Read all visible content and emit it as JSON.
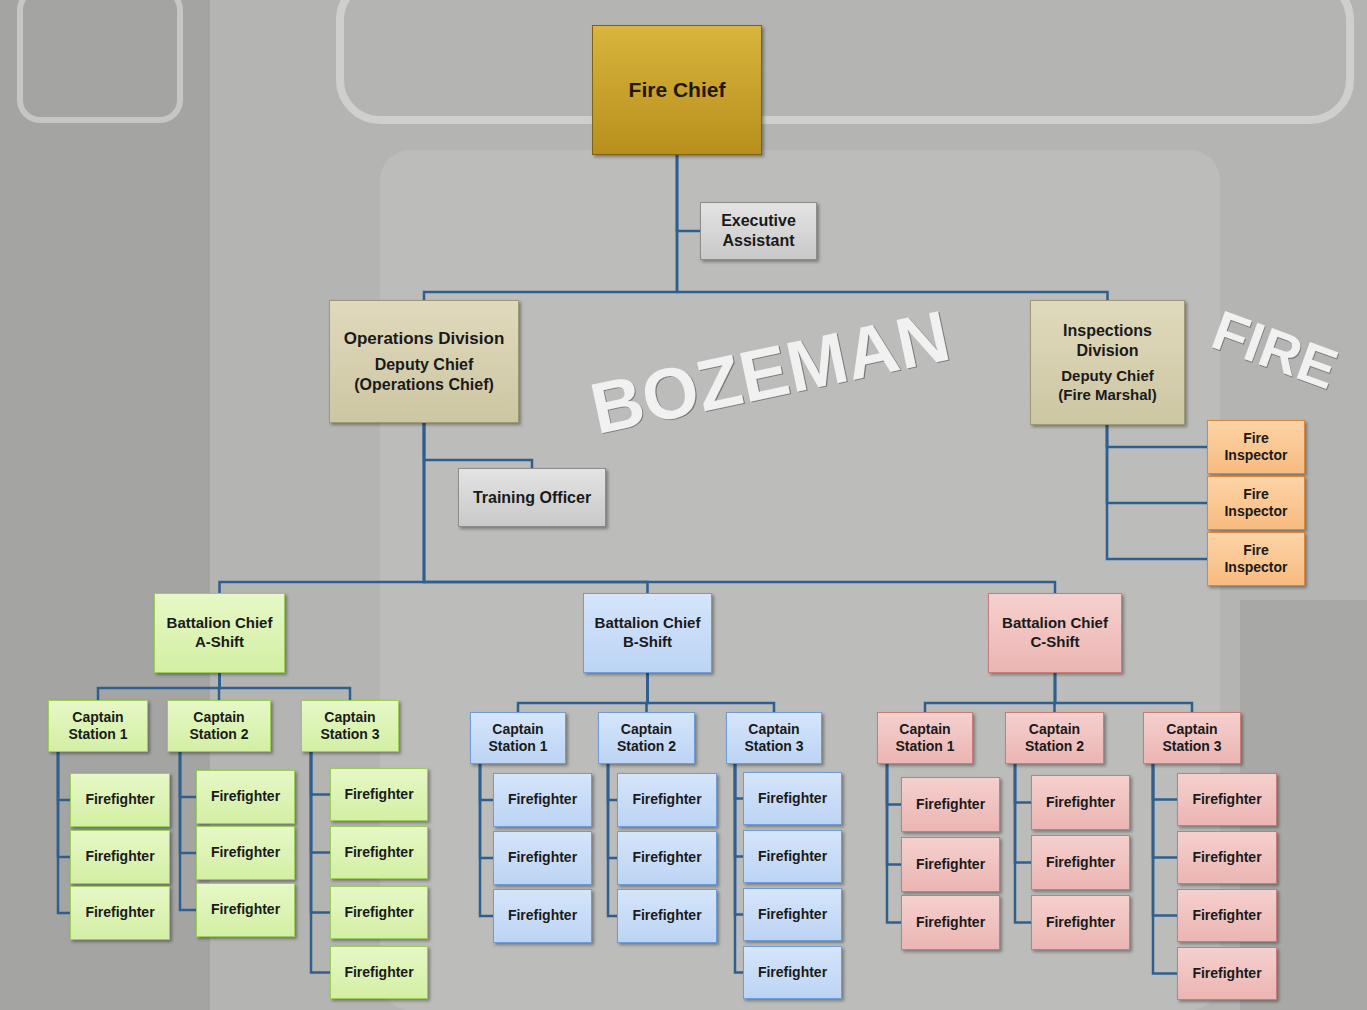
{
  "diagram": {
    "nodes": [
      {
        "text": [
          "Fire Chief"
        ]
      },
      {
        "text": [
          "Executive Assistant"
        ]
      },
      {
        "text": [
          "Operations Division",
          "Deputy Chief (Operations Chief)"
        ]
      },
      {
        "text": [
          "Inspections Division",
          "Deputy Chief (Fire Marshal)"
        ]
      },
      {
        "text": [
          "Fire Inspector"
        ]
      },
      {
        "text": [
          "Fire Inspector"
        ]
      },
      {
        "text": [
          "Fire Inspector"
        ]
      },
      {
        "text": [
          "Training Officer"
        ]
      },
      {
        "text": [
          "Battalion Chief A-Shift"
        ]
      },
      {
        "text": [
          "Captain Station 1"
        ]
      },
      {
        "text": [
          "Firefighter"
        ]
      },
      {
        "text": [
          "Firefighter"
        ]
      },
      {
        "text": [
          "Firefighter"
        ]
      },
      {
        "text": [
          "Captain Station 2"
        ]
      },
      {
        "text": [
          "Firefighter"
        ]
      },
      {
        "text": [
          "Firefighter"
        ]
      },
      {
        "text": [
          "Firefighter"
        ]
      },
      {
        "text": [
          "Captain Station 3"
        ]
      },
      {
        "text": [
          "Firefighter"
        ]
      },
      {
        "text": [
          "Firefighter"
        ]
      },
      {
        "text": [
          "Firefighter"
        ]
      },
      {
        "text": [
          "Firefighter"
        ]
      },
      {
        "text": [
          "Battalion Chief B-Shift"
        ]
      },
      {
        "text": [
          "Captain Station 1"
        ]
      },
      {
        "text": [
          "Firefighter"
        ]
      },
      {
        "text": [
          "Firefighter"
        ]
      },
      {
        "text": [
          "Firefighter"
        ]
      },
      {
        "text": [
          "Captain Station 2"
        ]
      },
      {
        "text": [
          "Firefighter"
        ]
      },
      {
        "text": [
          "Firefighter"
        ]
      },
      {
        "text": [
          "Firefighter"
        ]
      },
      {
        "text": [
          "Captain Station 3"
        ]
      },
      {
        "text": [
          "Firefighter"
        ]
      },
      {
        "text": [
          "Firefighter"
        ]
      },
      {
        "text": [
          "Firefighter"
        ]
      },
      {
        "text": [
          "Firefighter"
        ]
      },
      {
        "text": [
          "Battalion Chief C-Shift"
        ]
      },
      {
        "text": [
          "Captain Station 1"
        ]
      },
      {
        "text": [
          "Firefighter"
        ]
      },
      {
        "text": [
          "Firefighter"
        ]
      },
      {
        "text": [
          "Firefighter"
        ]
      },
      {
        "text": [
          "Captain Station 2"
        ]
      },
      {
        "text": [
          "Firefighter"
        ]
      },
      {
        "text": [
          "Firefighter"
        ]
      },
      {
        "text": [
          "Firefighter"
        ]
      },
      {
        "text": [
          "Captain Station 3"
        ]
      },
      {
        "text": [
          "Firefighter"
        ]
      },
      {
        "text": [
          "Firefighter"
        ]
      },
      {
        "text": [
          "Firefighter"
        ]
      },
      {
        "text": [
          "Firefighter"
        ]
      }
    ],
    "edges": [
      {
        "from": 0,
        "to": 1,
        "arrow": "none"
      },
      {
        "from": 0,
        "to": 2,
        "arrow": "none"
      },
      {
        "from": 0,
        "to": 3,
        "arrow": "none"
      },
      {
        "from": 3,
        "to": 4,
        "arrow": "none"
      },
      {
        "from": 3,
        "to": 5,
        "arrow": "none"
      },
      {
        "from": 3,
        "to": 6,
        "arrow": "none"
      },
      {
        "from": 2,
        "to": 7,
        "arrow": "none"
      },
      {
        "from": 2,
        "to": 8,
        "arrow": "none"
      },
      {
        "from": 2,
        "to": 22,
        "arrow": "none"
      },
      {
        "from": 2,
        "to": 36,
        "arrow": "none"
      },
      {
        "from": 8,
        "to": 9,
        "arrow": "none"
      },
      {
        "from": 8,
        "to": 13,
        "arrow": "none"
      },
      {
        "from": 8,
        "to": 17,
        "arrow": "none"
      },
      {
        "from": 9,
        "to": 10,
        "arrow": "none"
      },
      {
        "from": 9,
        "to": 11,
        "arrow": "none"
      },
      {
        "from": 9,
        "to": 12,
        "arrow": "none"
      },
      {
        "from": 13,
        "to": 14,
        "arrow": "none"
      },
      {
        "from": 13,
        "to": 15,
        "arrow": "none"
      },
      {
        "from": 13,
        "to": 16,
        "arrow": "none"
      },
      {
        "from": 17,
        "to": 18,
        "arrow": "none"
      },
      {
        "from": 17,
        "to": 19,
        "arrow": "none"
      },
      {
        "from": 17,
        "to": 20,
        "arrow": "none"
      },
      {
        "from": 17,
        "to": 21,
        "arrow": "none"
      },
      {
        "from": 22,
        "to": 23,
        "arrow": "none"
      },
      {
        "from": 22,
        "to": 27,
        "arrow": "none"
      },
      {
        "from": 22,
        "to": 31,
        "arrow": "none"
      },
      {
        "from": 23,
        "to": 24,
        "arrow": "none"
      },
      {
        "from": 23,
        "to": 25,
        "arrow": "none"
      },
      {
        "from": 23,
        "to": 26,
        "arrow": "none"
      },
      {
        "from": 27,
        "to": 28,
        "arrow": "none"
      },
      {
        "from": 27,
        "to": 29,
        "arrow": "none"
      },
      {
        "from": 27,
        "to": 30,
        "arrow": "none"
      },
      {
        "from": 31,
        "to": 32,
        "arrow": "none"
      },
      {
        "from": 31,
        "to": 33,
        "arrow": "none"
      },
      {
        "from": 31,
        "to": 34,
        "arrow": "none"
      },
      {
        "from": 31,
        "to": 35,
        "arrow": "none"
      },
      {
        "from": 36,
        "to": 37,
        "arrow": "none"
      },
      {
        "from": 36,
        "to": 41,
        "arrow": "none"
      },
      {
        "from": 36,
        "to": 45,
        "arrow": "none"
      },
      {
        "from": 37,
        "to": 38,
        "arrow": "none"
      },
      {
        "from": 37,
        "to": 39,
        "arrow": "none"
      },
      {
        "from": 37,
        "to": 40,
        "arrow": "none"
      },
      {
        "from": 41,
        "to": 42,
        "arrow": "none"
      },
      {
        "from": 41,
        "to": 43,
        "arrow": "none"
      },
      {
        "from": 41,
        "to": 44,
        "arrow": "none"
      },
      {
        "from": 45,
        "to": 46,
        "arrow": "none"
      },
      {
        "from": 45,
        "to": 47,
        "arrow": "none"
      },
      {
        "from": 45,
        "to": 48,
        "arrow": "none"
      },
      {
        "from": 45,
        "to": 49,
        "arrow": "none"
      }
    ],
    "labels": [
      "BOZEMAN",
      "FIRE"
    ]
  }
}
